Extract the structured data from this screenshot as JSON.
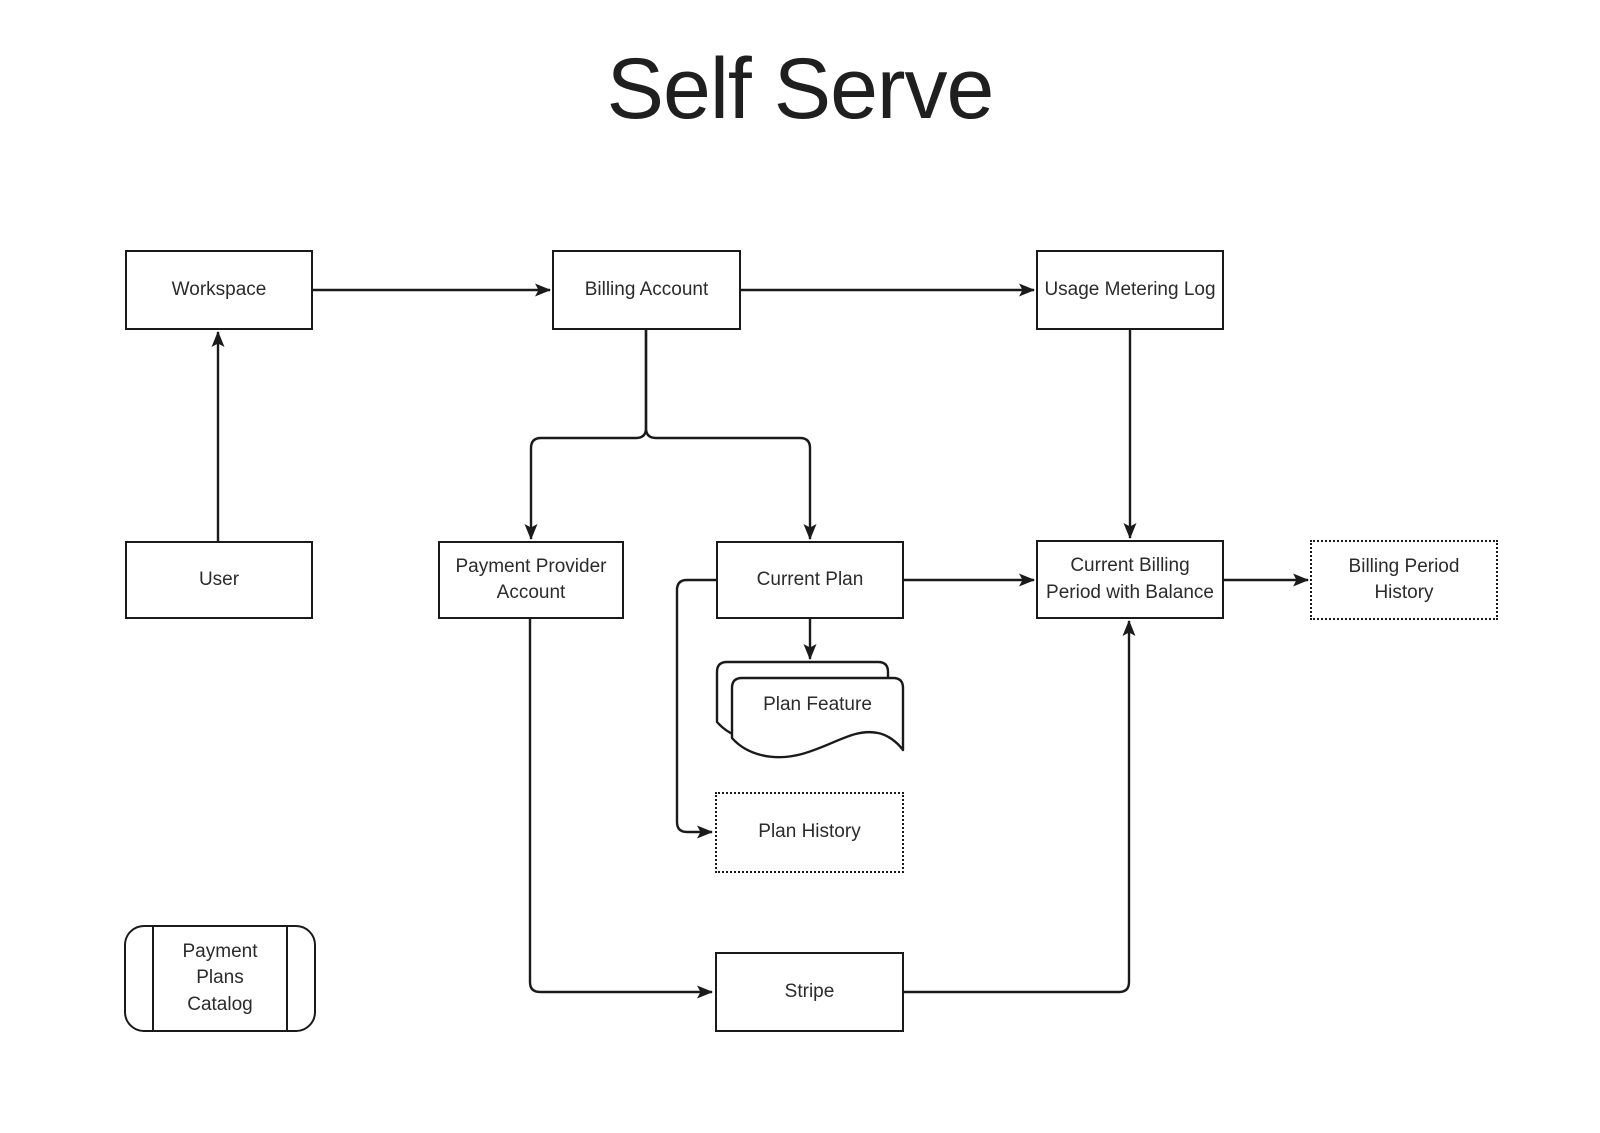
{
  "title": "Self Serve",
  "colors": {
    "background": "#ffffff",
    "stroke": "#1a1a1a",
    "text": "#2b2b2b"
  },
  "nodes": {
    "workspace": {
      "label": "Workspace",
      "shape": "rect"
    },
    "billing_account": {
      "label": "Billing Account",
      "shape": "rect"
    },
    "usage_metering_log": {
      "label": "Usage Metering Log",
      "shape": "rect"
    },
    "user": {
      "label": "User",
      "shape": "rect"
    },
    "payment_provider_account": {
      "label": "Payment Provider\nAccount",
      "shape": "rect"
    },
    "current_plan": {
      "label": "Current Plan",
      "shape": "rect"
    },
    "current_billing_period": {
      "label": "Current Billing\nPeriod with Balance",
      "shape": "rect"
    },
    "billing_period_history": {
      "label": "Billing Period\nHistory",
      "shape": "dotted-rect"
    },
    "plan_feature": {
      "label": "Plan Feature",
      "shape": "stacked-document"
    },
    "plan_history": {
      "label": "Plan History",
      "shape": "dotted-rect"
    },
    "stripe": {
      "label": "Stripe",
      "shape": "rect"
    },
    "payment_plans_catalog": {
      "label": "Payment\nPlans\nCatalog",
      "shape": "catalog"
    }
  },
  "connections": [
    {
      "from": "user",
      "to": "workspace"
    },
    {
      "from": "workspace",
      "to": "billing_account"
    },
    {
      "from": "billing_account",
      "to": "usage_metering_log"
    },
    {
      "from": "billing_account",
      "to": "payment_provider_account"
    },
    {
      "from": "billing_account",
      "to": "current_plan"
    },
    {
      "from": "usage_metering_log",
      "to": "current_billing_period"
    },
    {
      "from": "current_plan",
      "to": "current_billing_period"
    },
    {
      "from": "current_billing_period",
      "to": "billing_period_history"
    },
    {
      "from": "current_plan",
      "to": "plan_feature"
    },
    {
      "from": "current_plan",
      "to": "plan_history"
    },
    {
      "from": "payment_provider_account",
      "to": "stripe"
    },
    {
      "from": "stripe",
      "to": "current_billing_period"
    }
  ]
}
